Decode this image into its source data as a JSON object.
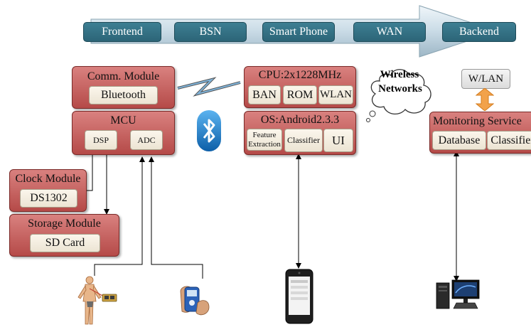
{
  "pipeline": {
    "stages": [
      "Frontend",
      "BSN",
      "Smart Phone",
      "WAN",
      "Backend"
    ]
  },
  "comm_module": {
    "title": "Comm. Module",
    "chip": "Bluetooth"
  },
  "mcu": {
    "title": "MCU",
    "chips": [
      "DSP",
      "ADC"
    ]
  },
  "clock_module": {
    "title": "Clock Module",
    "chip": "DS1302"
  },
  "storage_module": {
    "title": "Storage Module",
    "chip": "SD Card"
  },
  "cpu": {
    "title": "CPU:2x1228MHz",
    "chips": [
      "BAN",
      "ROM",
      "WLAN"
    ]
  },
  "os": {
    "title": "OS:Android2.3.3",
    "feature_line1": "Feature",
    "feature_line2": "Extraction",
    "classifier": "Classifier",
    "ui": "UI"
  },
  "cloud": {
    "line1": "Wireless",
    "line2": "Networks"
  },
  "wlan_box": "W/LAN",
  "monitoring": {
    "title": "Monitoring Service",
    "chips": [
      "Database",
      "Classifier"
    ]
  },
  "colors": {
    "pill": "#3d7f93",
    "module": "#c8625f",
    "arrow_orange": "#f2a24a",
    "bluetooth": "#1a7fd1"
  }
}
